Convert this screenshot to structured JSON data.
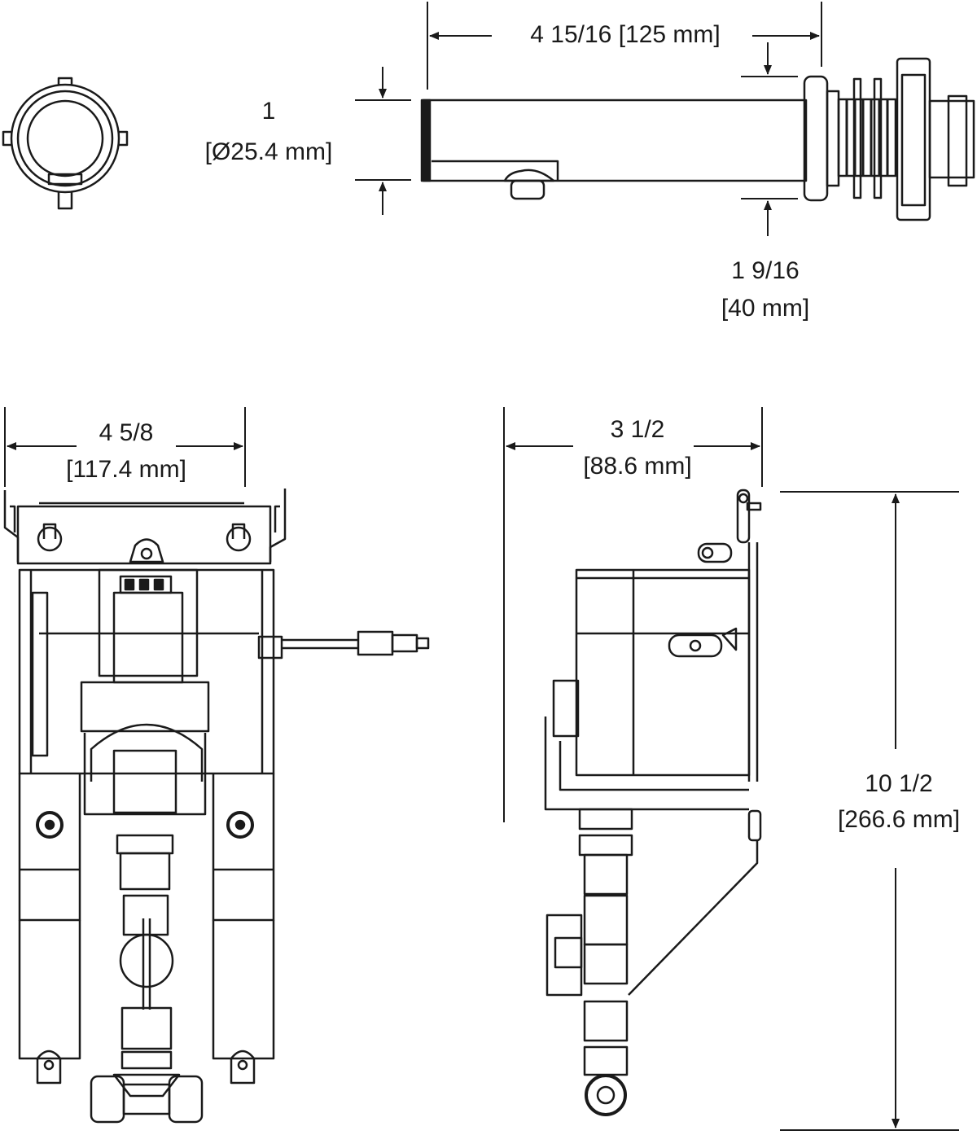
{
  "dimensions": {
    "spout_length": {
      "imperial": "4 15/16",
      "metric": "[125 mm]"
    },
    "spout_diameter": {
      "imperial": "1",
      "metric": "[Ø25.4 mm]"
    },
    "spout_height": {
      "imperial": "1 9/16",
      "metric": "[40 mm]"
    },
    "box_width": {
      "imperial": "4 5/8",
      "metric": "[117.4 mm]"
    },
    "box_depth": {
      "imperial": "3 1/2",
      "metric": "[88.6 mm]"
    },
    "box_height": {
      "imperial": "10 1/2",
      "metric": "[266.6 mm]"
    }
  },
  "colors": {
    "line": "#1a1a1a",
    "fill": "#ffffff"
  }
}
